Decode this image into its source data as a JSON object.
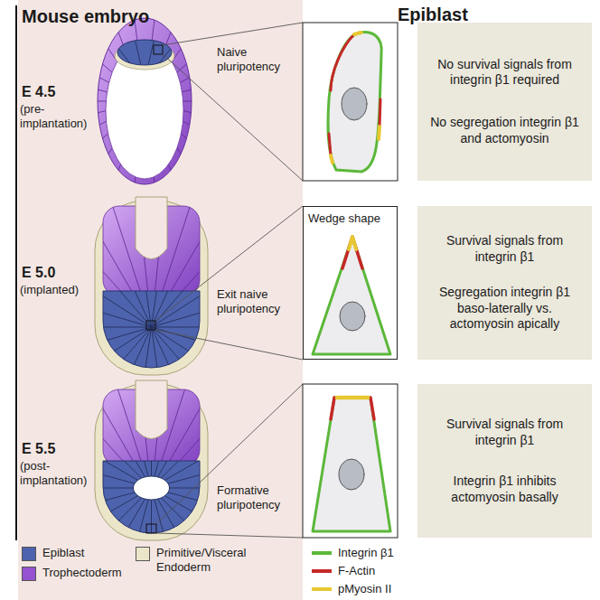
{
  "diagram": {
    "nodes": [
      {
        "text": [
          "No survival signals from integrin β1 required",
          "No segregation integrin β1 and actomyosin"
        ]
      },
      {
        "text": [
          "Wedge shape"
        ]
      },
      {
        "text": [
          "Survival signals from integrin β1",
          "Segregation integrin β1 baso-laterally vs. actomyosin apically"
        ]
      },
      {
        "text": [
          "Survival signals from integrin β1",
          "Integrin β1 inhibits actomyosin basally"
        ]
      }
    ],
    "labels": [
      "Mouse embryo",
      "Epiblast",
      "E 4.5",
      "(pre-implantation)",
      "Naive pluripotency",
      "E 5.0",
      "(implanted)",
      "Exit naive pluripotency",
      "E 5.5",
      "(post-implantation)",
      "Formative pluripotency"
    ],
    "legend": [
      {
        "text": "Epiblast",
        "color": "#4e63ad"
      },
      {
        "text": "Trophectoderm",
        "color": "#9552d0"
      },
      {
        "text": "Primitive/Visceral Endoderm",
        "color": "#ebe6c9"
      },
      {
        "text": "Integrin β1",
        "color": "#5cb83a"
      },
      {
        "text": "F-Actin",
        "color": "#c62828"
      },
      {
        "text": "pMyosin II",
        "color": "#e8c832"
      }
    ]
  }
}
